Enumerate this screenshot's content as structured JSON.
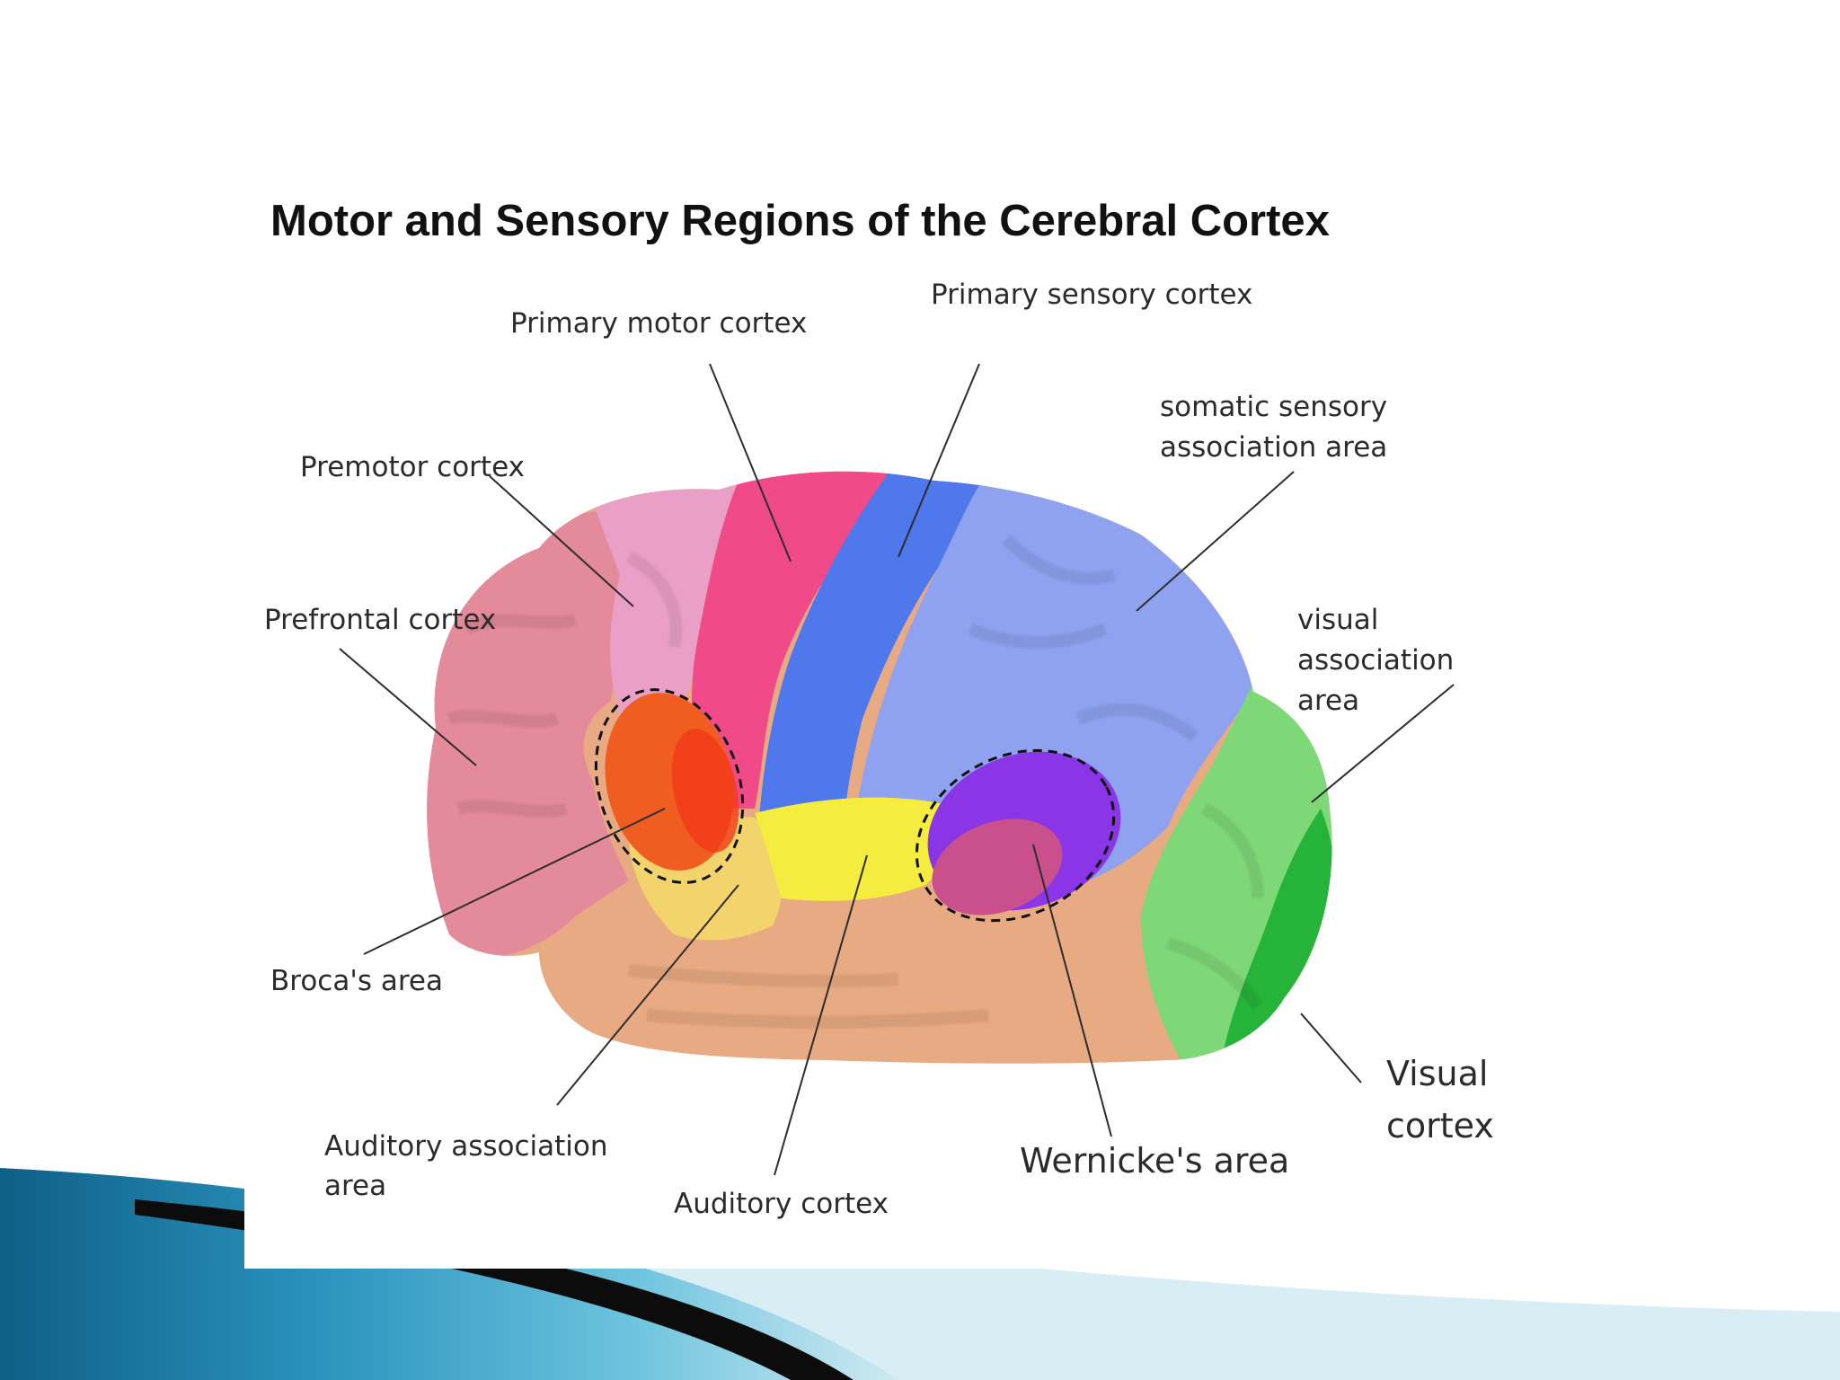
{
  "slide": {
    "title": "Motor and Sensory Regions of the Cerebral Cortex"
  },
  "labels": {
    "primary_motor": "Primary motor cortex",
    "primary_sensory": "Primary sensory cortex",
    "somatic_line1": "somatic sensory",
    "somatic_line2": "association area",
    "premotor": "Premotor cortex",
    "prefrontal": "Prefrontal cortex",
    "visual_assoc_line1": "visual",
    "visual_assoc_line2": "association",
    "visual_assoc_line3": "area",
    "broca": "Broca's area",
    "auditory_assoc_line1": "Auditory association",
    "auditory_assoc_line2": "area",
    "auditory": "Auditory cortex",
    "wernicke": "Wernicke's area",
    "visual_line1": "Visual",
    "visual_line2": "cortex"
  },
  "colors": {
    "prefrontal": "#e38a9b",
    "premotor": "#eaa0c6",
    "primary_motor": "#f04a88",
    "primary_sensory": "#4e78ec",
    "somatic_association": "#8ea2f0",
    "visual_association": "#7fd878",
    "visual_cortex": "#26b33a",
    "temporal": "#e8aa82",
    "auditory_association": "#f2d36c",
    "auditory": "#f4ec3e",
    "broca": "#f05d20",
    "wernicke": "#8a35e6",
    "slide_accent": "#1f7fa6"
  }
}
